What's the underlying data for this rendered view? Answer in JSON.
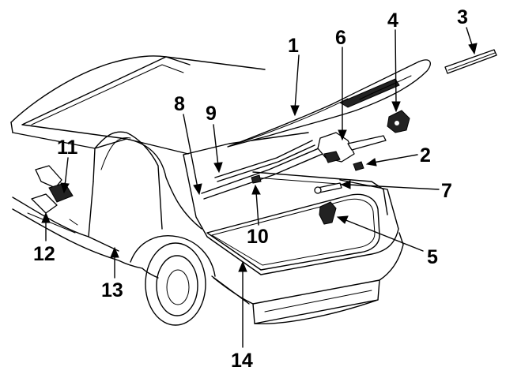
{
  "callouts": [
    {
      "id": "c1",
      "number": "1"
    },
    {
      "id": "c2",
      "number": "2"
    },
    {
      "id": "c3",
      "number": "3"
    },
    {
      "id": "c4",
      "number": "4"
    },
    {
      "id": "c5",
      "number": "5"
    },
    {
      "id": "c6",
      "number": "6"
    },
    {
      "id": "c7",
      "number": "7"
    },
    {
      "id": "c8",
      "number": "8"
    },
    {
      "id": "c9",
      "number": "9"
    },
    {
      "id": "c10",
      "number": "10"
    },
    {
      "id": "c11",
      "number": "11"
    },
    {
      "id": "c12",
      "number": "12"
    },
    {
      "id": "c13",
      "number": "13"
    },
    {
      "id": "c14",
      "number": "14"
    }
  ],
  "colors": {
    "ink": "#000000",
    "background": "#ffffff"
  }
}
